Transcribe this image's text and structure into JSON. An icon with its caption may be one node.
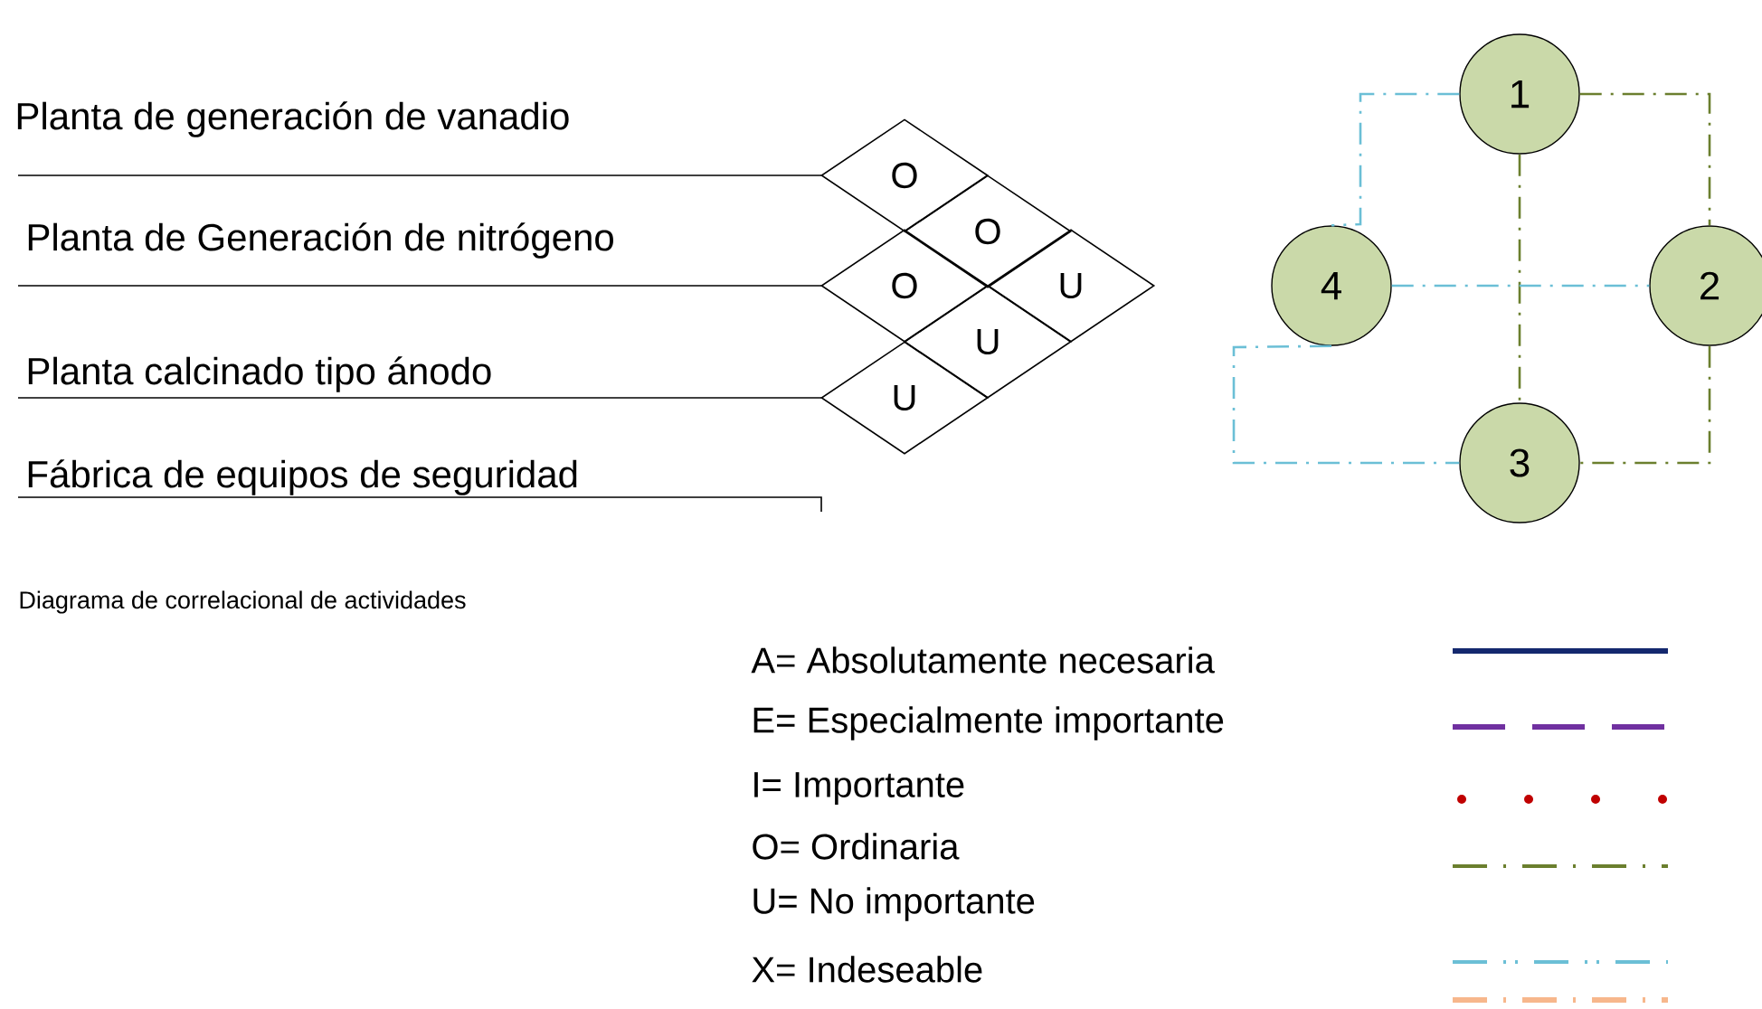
{
  "diagram": {
    "caption": "Diagrama de correlacional de actividades",
    "nodes": [
      {
        "text": [
          "O"
        ]
      },
      {
        "text": [
          "O"
        ]
      },
      {
        "text": [
          "O"
        ]
      },
      {
        "text": [
          "U"
        ]
      },
      {
        "text": [
          "U"
        ]
      },
      {
        "text": [
          "U"
        ]
      },
      {
        "text": [
          "1"
        ]
      },
      {
        "text": [
          "4"
        ]
      },
      {
        "text": [
          "2"
        ]
      },
      {
        "text": [
          "3"
        ]
      }
    ],
    "edges": [
      {
        "from": 6,
        "to": 8,
        "arrow": "none",
        "style": "dashed",
        "color": "#6b7f2e"
      },
      {
        "from": 6,
        "to": 9,
        "arrow": "none",
        "style": "dashed",
        "color": "#6b7f2e"
      },
      {
        "from": 8,
        "to": 9,
        "arrow": "none",
        "style": "dashed",
        "color": "#6b7f2e"
      },
      {
        "from": 6,
        "to": 7,
        "arrow": "none",
        "style": "dashed",
        "color": "#6bbfd6"
      },
      {
        "from": 7,
        "to": 8,
        "arrow": "none",
        "style": "dashed",
        "color": "#6bbfd6"
      },
      {
        "from": 7,
        "to": 9,
        "arrow": "none",
        "style": "dashed",
        "color": "#6bbfd6"
      }
    ],
    "labels": [
      "Planta de generación de vanadio",
      "Planta de Generación de nitrógeno",
      "Planta calcinado tipo ánodo",
      "Fábrica de equipos de seguridad"
    ],
    "legend": [
      {
        "text": "A= Absolutamente necesaria"
      },
      {
        "text": "E= Especialmente importante"
      },
      {
        "text": "I= Importante"
      },
      {
        "text": "O= Ordinaria"
      },
      {
        "text": "U= No importante"
      },
      {
        "text": "X= Indeseable"
      }
    ]
  }
}
